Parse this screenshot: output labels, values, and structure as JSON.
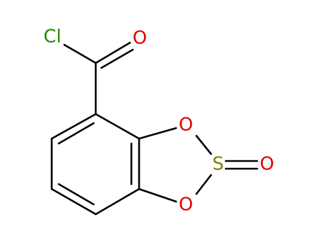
{
  "molecule": {
    "atoms": {
      "cl": {
        "text": "Cl",
        "color": "#1f8a00"
      },
      "o_carbonyl": {
        "text": "O",
        "color": "#e00000"
      },
      "o_ring_top": {
        "text": "O",
        "color": "#e00000"
      },
      "s_ring": {
        "text": "S",
        "color": "#808000"
      },
      "o_sulfinyl": {
        "text": "O",
        "color": "#e00000"
      },
      "o_ring_bottom": {
        "text": "O",
        "color": "#e00000"
      }
    },
    "colors": {
      "bond": "#000000",
      "background": "#ffffff"
    }
  }
}
